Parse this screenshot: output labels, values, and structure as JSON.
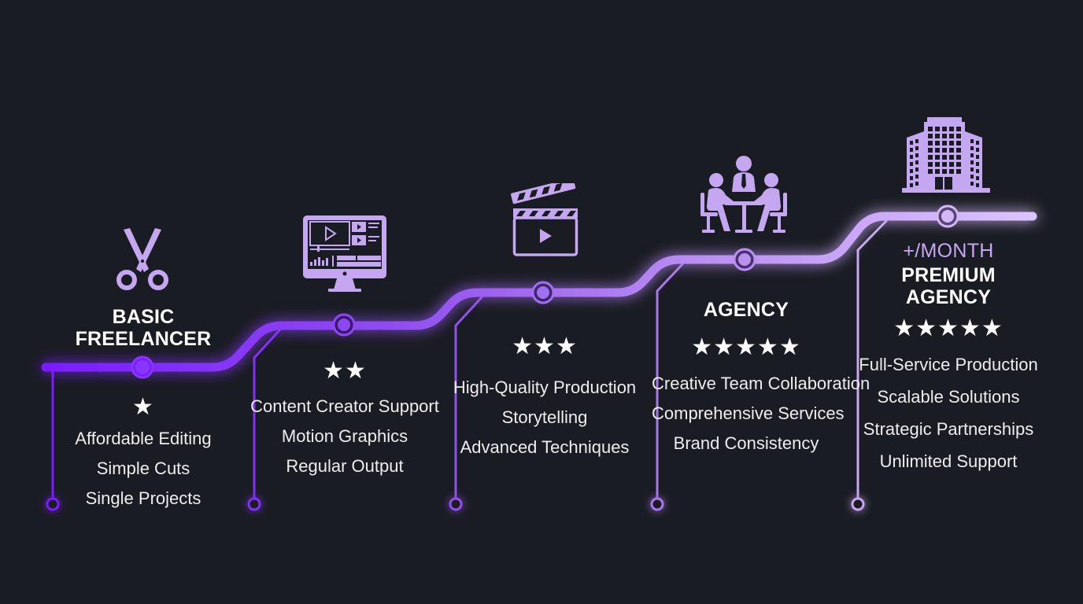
{
  "diagram": {
    "type": "tiered-progression-path",
    "colors": {
      "background": "#1a1c23",
      "path_start": "#7a1dff",
      "path_end": "#dcc4ff",
      "icon": "#c5a6f0",
      "text": "#f2f2f2",
      "stars": "#ffffff"
    },
    "tiers": [
      {
        "id": "basic-freelancer",
        "icon": "scissors-icon",
        "price": "",
        "title_lines": [
          "BASIC",
          "FREELANCER"
        ],
        "stars": "★",
        "star_count": 1,
        "features": [
          [
            "Affordable Editing"
          ],
          [
            "Simple Cuts"
          ],
          [
            "Single Projects"
          ]
        ]
      },
      {
        "id": "content-creator",
        "icon": "video-editor-monitor-icon",
        "price": "",
        "title_lines": [],
        "stars": "★★",
        "star_count": 2,
        "features": [
          [
            "Content Creator",
            "Support"
          ],
          [
            "Motion Graphics"
          ],
          [
            "Regular Output"
          ]
        ]
      },
      {
        "id": "production",
        "icon": "clapperboard-icon",
        "price": "",
        "title_lines": [],
        "stars": "★★★",
        "star_count": 3,
        "features": [
          [
            "High-Quality",
            "Production"
          ],
          [
            "Storytelling"
          ],
          [
            "Advanced Techniques"
          ]
        ]
      },
      {
        "id": "agency",
        "icon": "team-meeting-icon",
        "price": "",
        "title_lines": [
          "AGENCY"
        ],
        "stars": "★★★★★",
        "star_count": 5,
        "features": [
          [
            "Creative Team",
            "Collaboration"
          ],
          [
            "Comprehensive",
            "Services"
          ],
          [
            "Brand Consistency"
          ]
        ]
      },
      {
        "id": "premium-agency",
        "icon": "office-building-icon",
        "price": "+/MONTH",
        "title_lines": [
          "PREMIUM",
          "AGENCY"
        ],
        "stars": "★★★★★",
        "star_count": 5,
        "features": [
          [
            "Full-Service Production"
          ],
          [
            "Scalable Solutions"
          ],
          [
            "Strategic Partnerships"
          ],
          [
            "Unlimited Support"
          ]
        ]
      }
    ]
  }
}
